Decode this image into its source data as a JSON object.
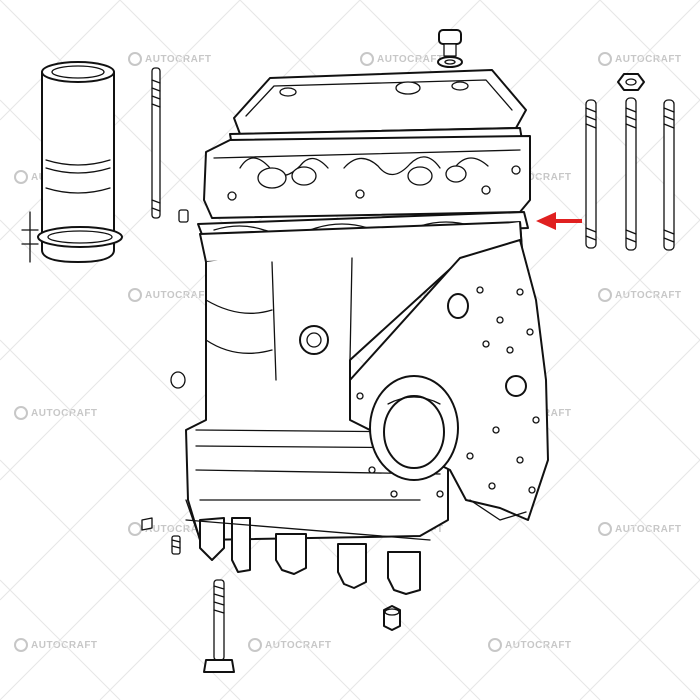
{
  "watermark": {
    "text": "AUTOCRAFT",
    "color": "#9a9a9a"
  },
  "diagram": {
    "highlighted_part": "head-gasket",
    "arrow_color": "#e02020",
    "line_color": "#111111",
    "parts": [
      "cylinder-liner",
      "long-stud",
      "small-dowel",
      "oil-filler-cap",
      "rocker-cover",
      "cylinder-head",
      "head-gasket",
      "cylinder-block",
      "head-stud-short",
      "head-nut",
      "head-stud-long",
      "main-bearing-bolt",
      "drain-plug",
      "small-plug"
    ]
  }
}
